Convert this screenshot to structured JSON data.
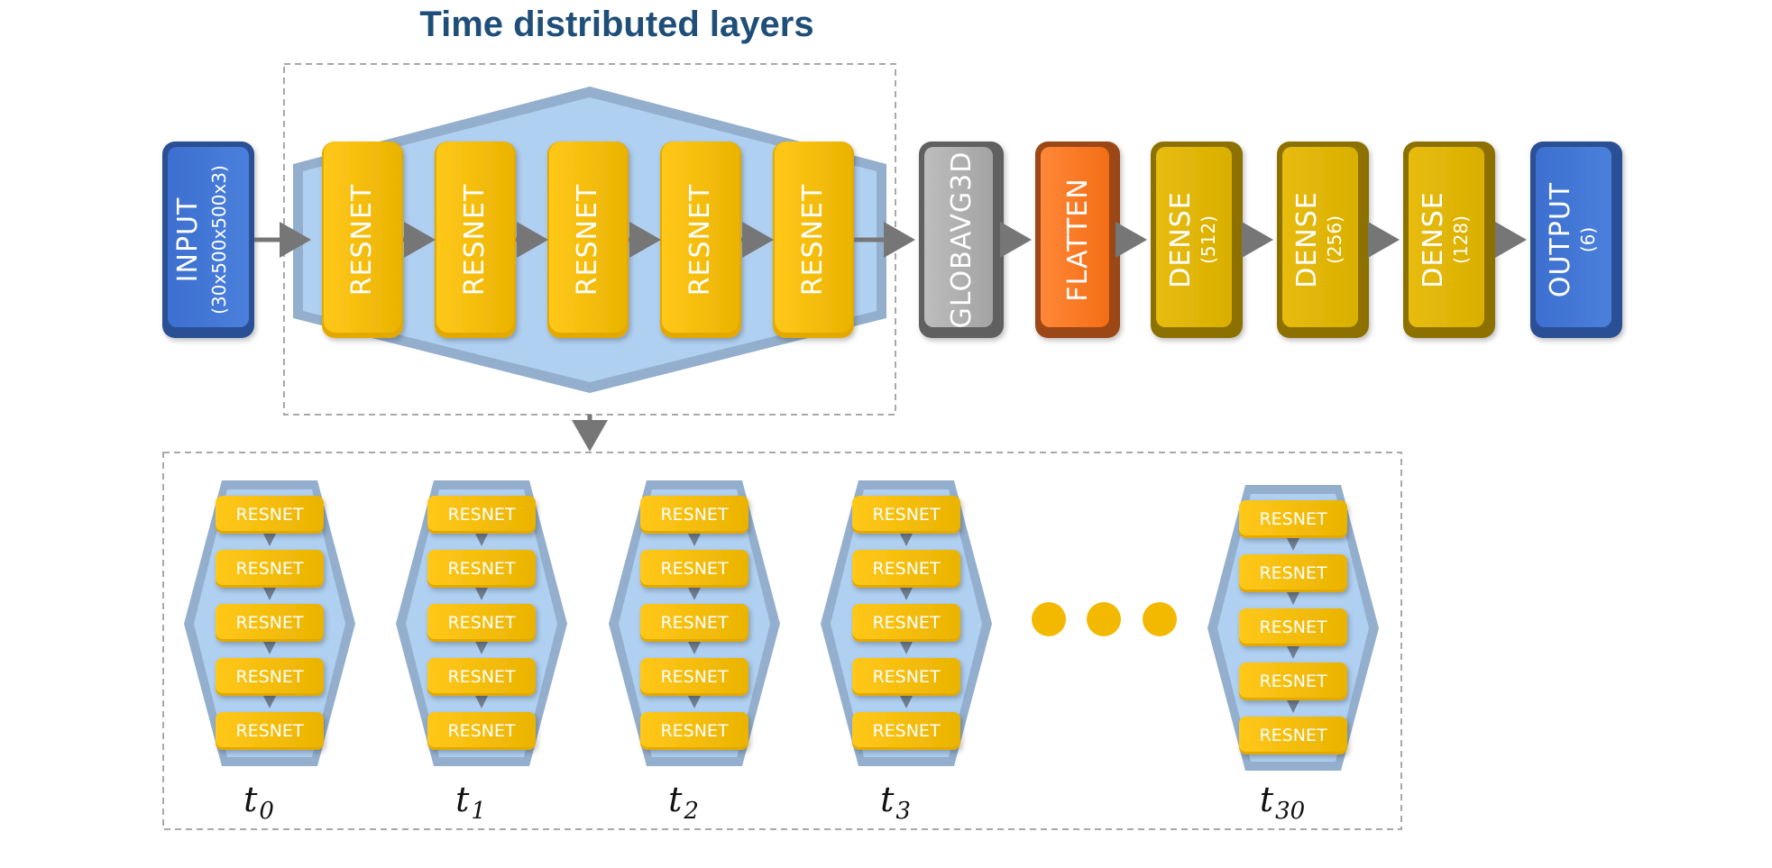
{
  "title": "Time distributed layers",
  "input": {
    "label": "INPUT",
    "sub": "(30x500x500x3)"
  },
  "distributed_layer_label": "RESNET",
  "post_layers": [
    {
      "label": "GLOBAVG3D",
      "sub": ""
    },
    {
      "label": "FLATTEN",
      "sub": ""
    },
    {
      "label": "DENSE",
      "sub": "(512)"
    },
    {
      "label": "DENSE",
      "sub": "(256)"
    },
    {
      "label": "DENSE",
      "sub": "(128)"
    },
    {
      "label": "OUTPUT",
      "sub": "(6)"
    }
  ],
  "timesteps": [
    {
      "base": "t",
      "sub": "0"
    },
    {
      "base": "t",
      "sub": "1"
    },
    {
      "base": "t",
      "sub": "2"
    },
    {
      "base": "t",
      "sub": "3"
    },
    {
      "base": "t",
      "sub": "30"
    }
  ],
  "colors": {
    "blue_block": "#3f73cf",
    "yellow_block": "#f5bd00",
    "gray_block": "#a9a9a9",
    "orange_block": "#f57a22",
    "olive_block": "#d4ab00",
    "hexagon_fill": "#b0d0f1",
    "hexagon_border": "#93afcd",
    "arrow": "#767676",
    "title": "#1f4e79"
  }
}
